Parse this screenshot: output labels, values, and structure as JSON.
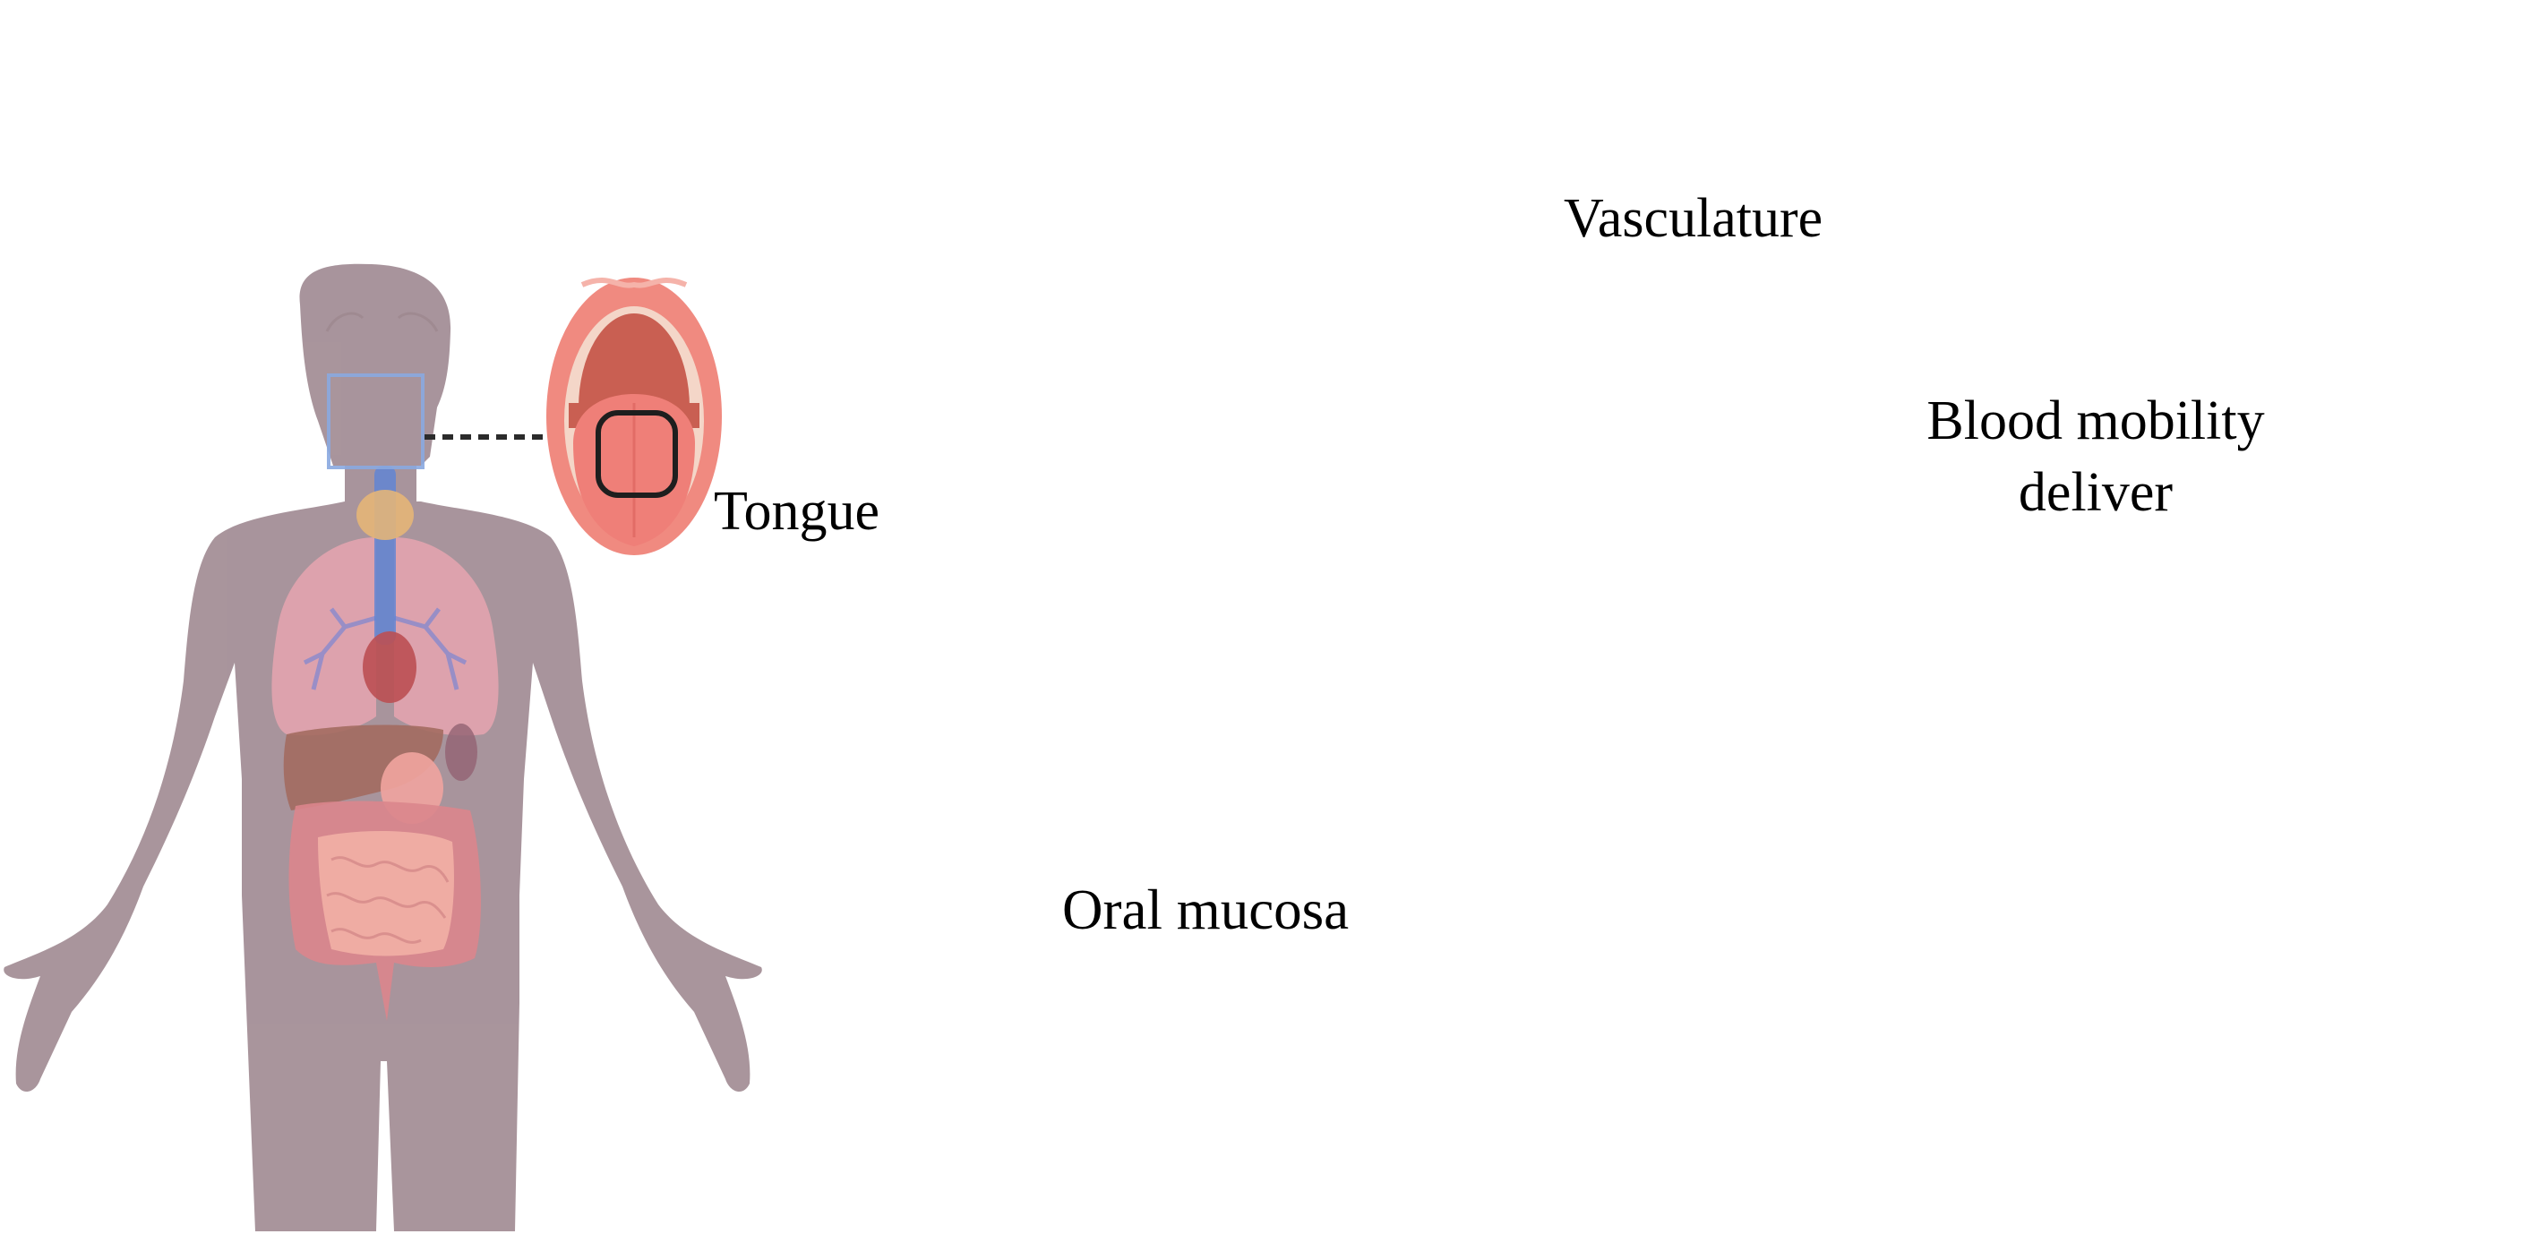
{
  "figure": {
    "labels": {
      "tongue": "Tongue",
      "oral_mucosa": "Oral mucosa",
      "vasculature": "Vasculature",
      "blood_delivery_line1": "Blood mobility",
      "blood_delivery_line2": "deliver"
    },
    "colors": {
      "background": "#ffffff",
      "panel": "#b5e1e8",
      "body_silhouette": "#a48f97",
      "highlight_box": "#8aa9e0",
      "dashed_line": "#2b2b2b",
      "epithelium": "#9b5a96",
      "lamina_propria": "#cdb9d3",
      "lamina_side": "#d9aecb",
      "fat_cell": "#fbd9a6",
      "fat_nucleus": "#f1a57a",
      "submucosa": "#f6ebe6",
      "vessel_red": "#b7403d",
      "vessel_outer": "#e47a66",
      "vessel_wall": "#e8a198",
      "vessel_lumen": "#a54a43",
      "red_blood_cell": "#e8606a",
      "arrow_light": "#f5b06a",
      "arrow_dark": "#d8692a",
      "heart_muscle": "#f4a8a0",
      "heart_chamber": "#d86a67",
      "vena_cava": "#6bb3ef",
      "pulmonary_vessels": "#cfb2e4",
      "arteries": "#e4565c",
      "mouth_lips": "#f08a80",
      "mouth_inner": "#c95f52",
      "teeth": "#f6e3d6",
      "tongue": "#ef7f78"
    }
  }
}
